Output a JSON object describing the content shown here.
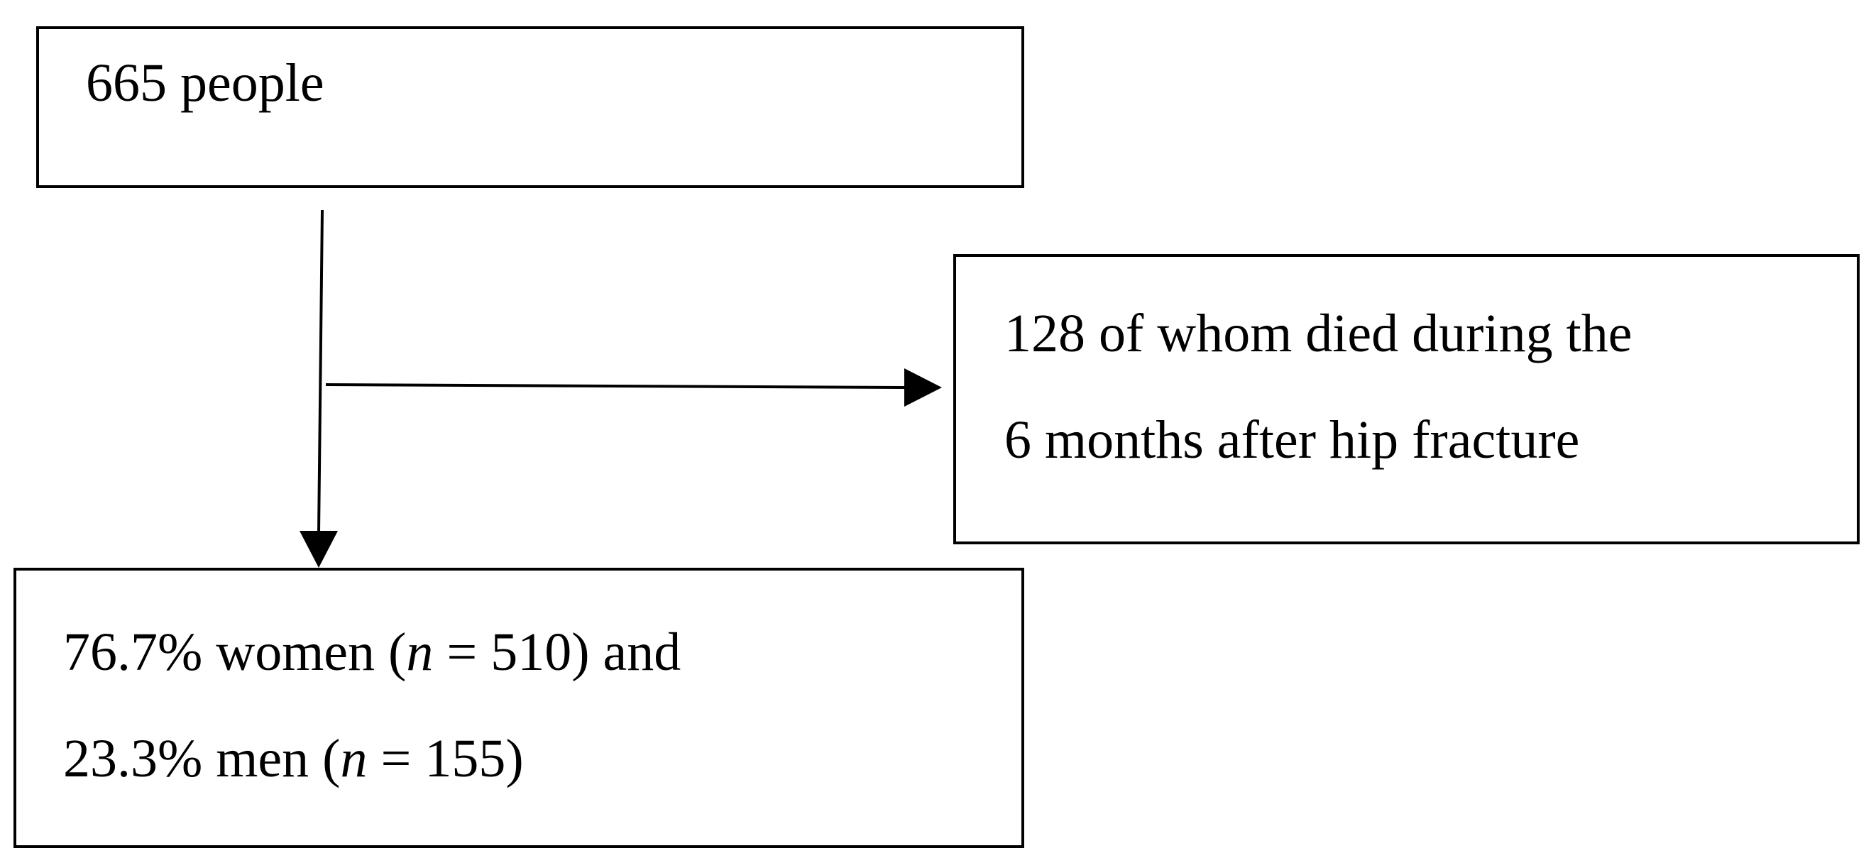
{
  "nodes": {
    "total": {
      "text": "665 people"
    },
    "deaths": {
      "line1": "128 of whom died during the",
      "line2": "6 months after hip fracture"
    },
    "sex_split": {
      "line1_a": "76.7% women (",
      "line1_n": "n",
      "line1_b": " = 510) and",
      "line2_a": "23.3% men (",
      "line2_n": "n",
      "line2_b": " = 155)"
    }
  },
  "edges": [
    {
      "from": "total",
      "to": "sex_split"
    },
    {
      "from": "total",
      "to": "deaths"
    }
  ]
}
